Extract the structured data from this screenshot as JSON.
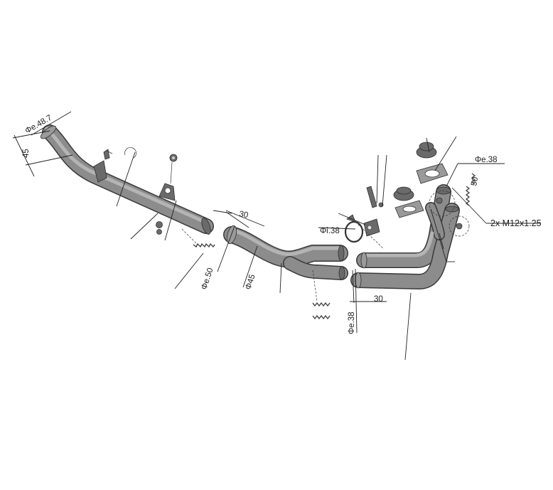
{
  "colors": {
    "pipe_fill": "#8c8c8c",
    "pipe_edge": "#3a3a3a",
    "line": "#222222",
    "background": "#ffffff"
  },
  "labels": {
    "dia_inlet": "Φe.48.7",
    "len_inlet": "45",
    "dia_mid_a": "Φe.50",
    "len_mid_a": "30",
    "dia_mid_b": "Φ45",
    "dia_clamp": "Φi.38",
    "dia_outlet": "Φe.38",
    "len_outlet": "30",
    "dia_header": "Φe.38",
    "spring_len": "50",
    "bolt_spec": "2x M12x1.25"
  }
}
